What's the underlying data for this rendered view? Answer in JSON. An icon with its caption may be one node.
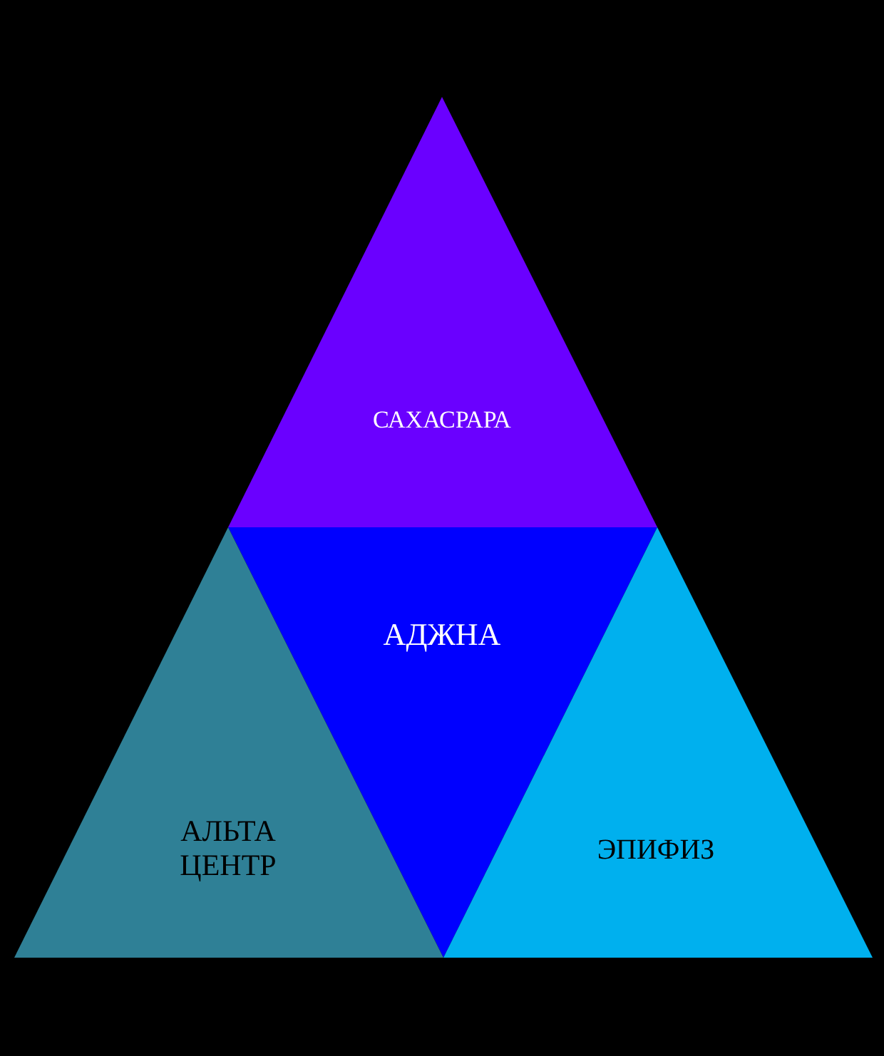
{
  "diagram": {
    "nodes": [
      {
        "text": [
          "САХАСРАРА"
        ]
      },
      {
        "text": [
          "АДЖНА"
        ]
      },
      {
        "text": [
          "АЛЬТА ЦЕНТР"
        ]
      },
      {
        "text": [
          "ЭПИФИЗ"
        ]
      }
    ]
  }
}
